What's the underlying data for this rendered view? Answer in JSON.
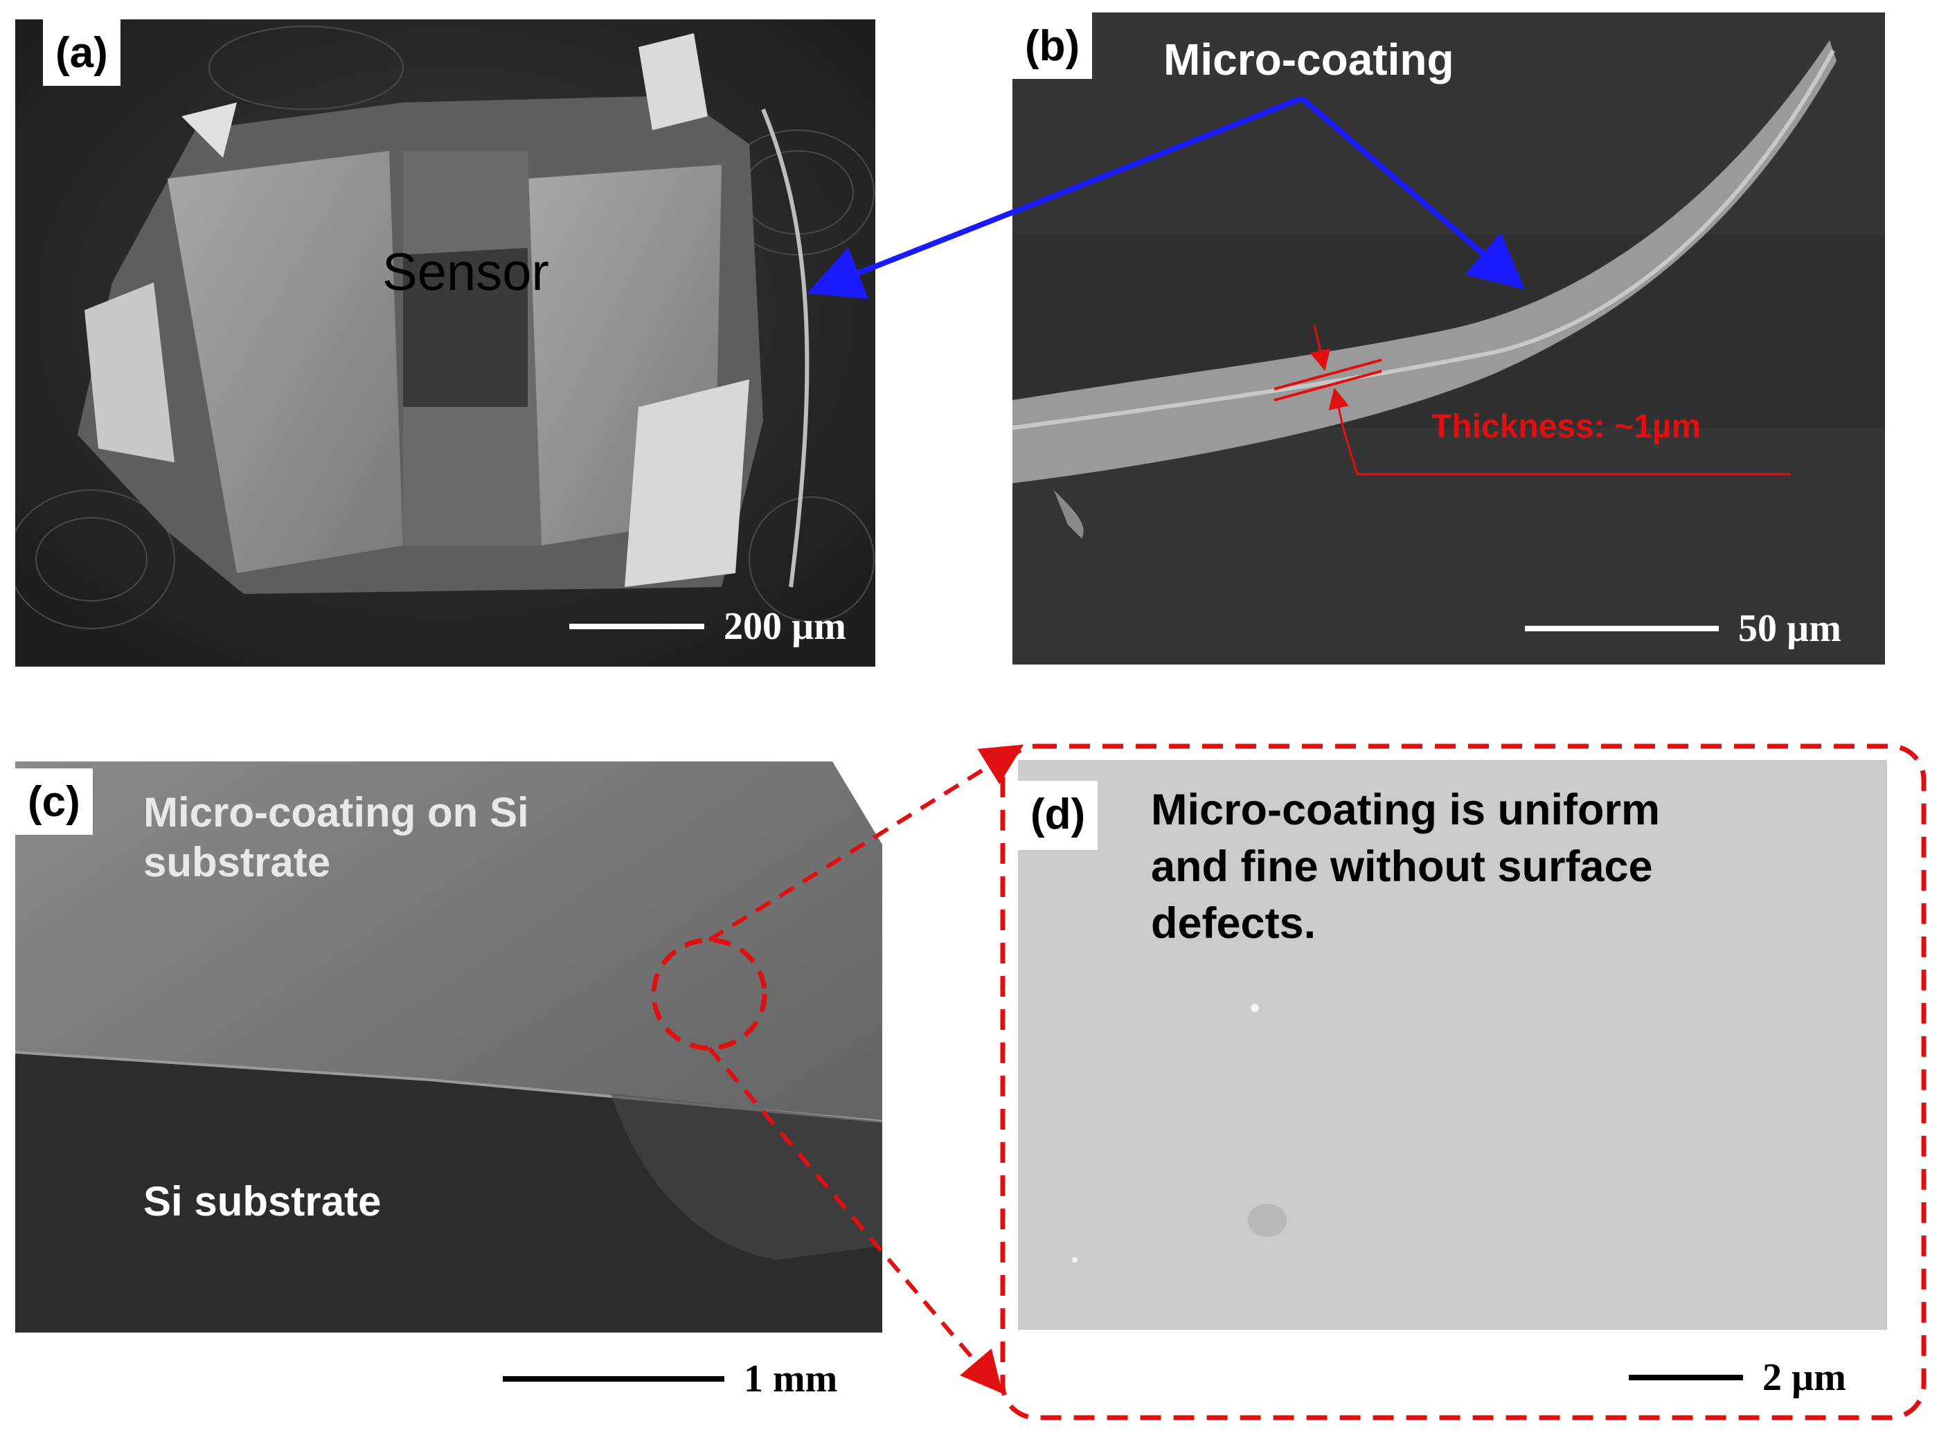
{
  "panels": {
    "a": {
      "label": "(a)",
      "annotation": "Sensor",
      "scale_text": "200 µm"
    },
    "b": {
      "label": "(b)",
      "annotation": "Micro-coating",
      "measure_text": "Thickness: ~1µm",
      "scale_text": "50 µm"
    },
    "c": {
      "label": "(c)",
      "annotation_top_line1": "Micro-coating on Si",
      "annotation_top_line2": "substrate",
      "annotation_bottom": "Si substrate",
      "scale_text": "1 mm"
    },
    "d": {
      "label": "(d)",
      "note_line1": "Micro-coating is uniform",
      "note_line2": "and fine without surface",
      "note_line3": "defects.",
      "scale_text": "2 µm"
    }
  },
  "colors": {
    "arrow_blue": "#1a1aff",
    "annotation_red": "#e01010",
    "dashed_red": "#e01010"
  }
}
